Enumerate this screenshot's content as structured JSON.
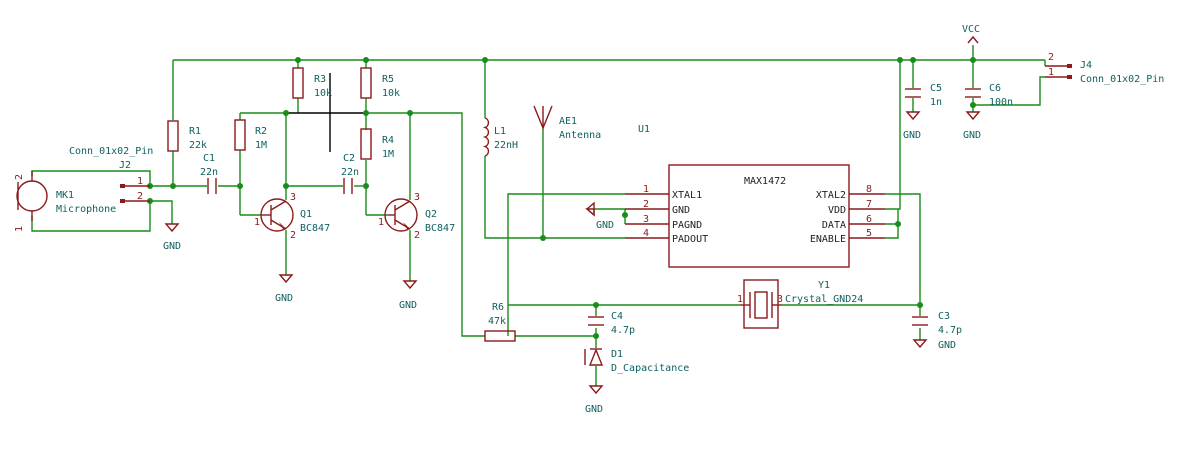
{
  "components": {
    "mk1": {
      "ref": "MK1",
      "value": "Microphone"
    },
    "j2": {
      "ref": "J2",
      "value": "Conn_01x02_Pin"
    },
    "r1": {
      "ref": "R1",
      "value": "22k"
    },
    "c1": {
      "ref": "C1",
      "value": "22n"
    },
    "r2": {
      "ref": "R2",
      "value": "1M"
    },
    "r3": {
      "ref": "R3",
      "value": "10k"
    },
    "q1": {
      "ref": "Q1",
      "value": "BC847"
    },
    "c2": {
      "ref": "C2",
      "value": "22n"
    },
    "r5": {
      "ref": "R5",
      "value": "10k"
    },
    "r4": {
      "ref": "R4",
      "value": "1M"
    },
    "q2": {
      "ref": "Q2",
      "value": "BC847"
    },
    "l1": {
      "ref": "L1",
      "value": "22nH"
    },
    "ae1": {
      "ref": "AE1",
      "value": "Antenna"
    },
    "u1": {
      "ref": "U1",
      "value": "MAX1472"
    },
    "r6": {
      "ref": "R6",
      "value": "47k"
    },
    "c4": {
      "ref": "C4",
      "value": "4.7p"
    },
    "d1": {
      "ref": "D1",
      "value": "D_Capacitance"
    },
    "y1": {
      "ref": "Y1",
      "value": "Crystal_GND24"
    },
    "c3": {
      "ref": "C3",
      "value": "4.7p"
    },
    "c5": {
      "ref": "C5",
      "value": "1n"
    },
    "c6": {
      "ref": "C6",
      "value": "100n"
    },
    "j4": {
      "ref": "J4",
      "value": "Conn_01x02_Pin"
    }
  },
  "u1_pins": {
    "left": [
      {
        "num": "1",
        "name": "XTAL1"
      },
      {
        "num": "2",
        "name": "GND"
      },
      {
        "num": "3",
        "name": "PAGND"
      },
      {
        "num": "4",
        "name": "PADOUT"
      }
    ],
    "right": [
      {
        "num": "8",
        "name": "XTAL2"
      },
      {
        "num": "7",
        "name": "VDD"
      },
      {
        "num": "6",
        "name": "DATA"
      },
      {
        "num": "5",
        "name": "ENABLE"
      }
    ]
  },
  "pin_numbers": {
    "one": "1",
    "two": "2",
    "three": "3"
  },
  "power": {
    "vcc": "VCC",
    "gnd": "GND"
  }
}
